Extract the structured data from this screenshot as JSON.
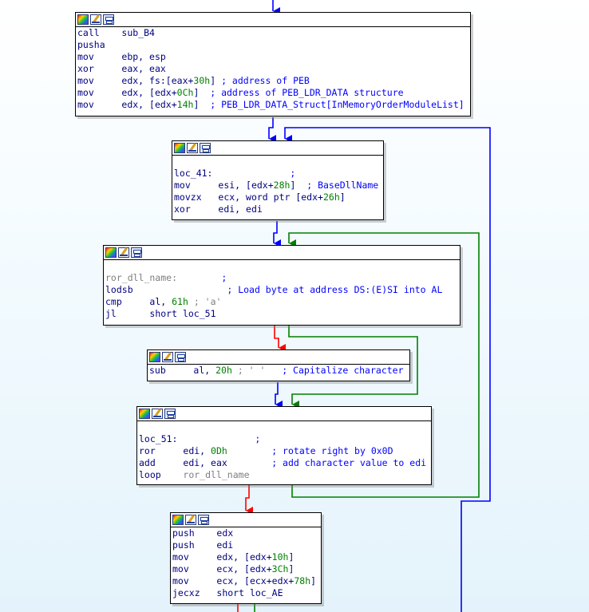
{
  "colors": {
    "edge_unconditional": "#0000ff",
    "edge_true": "#008000",
    "edge_false": "#ff0000",
    "text": "#000080",
    "number": "#008000",
    "comment": "#0000ff",
    "muted": "#7f7f7f"
  },
  "toolbar_icons": [
    "color-palette-icon",
    "rename-pencil-icon",
    "graph-view-icon"
  ],
  "blocks": {
    "b0": {
      "lines": [
        {
          "ins": "call",
          "ops": [
            {
              "t": "sub_B4"
            }
          ]
        },
        {
          "ins": "pusha",
          "ops": []
        },
        {
          "ins": "mov",
          "ops": [
            {
              "t": "ebp, esp"
            }
          ]
        },
        {
          "ins": "xor",
          "ops": [
            {
              "t": "eax, eax"
            }
          ]
        },
        {
          "ins": "mov",
          "ops": [
            {
              "t": "edx, fs:[eax+"
            },
            {
              "t": "30h",
              "c": "num"
            },
            {
              "t": "]"
            },
            {
              "t": " ; address of PEB",
              "c": "cmt"
            }
          ]
        },
        {
          "ins": "mov",
          "ops": [
            {
              "t": "edx, [edx+"
            },
            {
              "t": "0Ch",
              "c": "num"
            },
            {
              "t": "]"
            },
            {
              "t": "  ; address of PEB_LDR_DATA structure",
              "c": "cmt"
            }
          ]
        },
        {
          "ins": "mov",
          "ops": [
            {
              "t": "edx, [edx+"
            },
            {
              "t": "14h",
              "c": "num"
            },
            {
              "t": "]"
            },
            {
              "t": "  ; PEB_LDR_DATA_Struct[InMemoryOrderModuleList]",
              "c": "cmt"
            }
          ]
        }
      ]
    },
    "b1": {
      "label": "loc_41:",
      "label_comment": ";",
      "lines": [
        {
          "ins": "mov",
          "ops": [
            {
              "t": "esi, [edx+"
            },
            {
              "t": "28h",
              "c": "num"
            },
            {
              "t": "]"
            },
            {
              "t": "  ; BaseDllName",
              "c": "cmt"
            }
          ]
        },
        {
          "ins": "movzx",
          "ops": [
            {
              "t": "ecx, word ptr [edx+"
            },
            {
              "t": "26h",
              "c": "num"
            },
            {
              "t": "]"
            }
          ]
        },
        {
          "ins": "xor",
          "ops": [
            {
              "t": "edi, edi"
            }
          ]
        }
      ]
    },
    "b2": {
      "label": "ror_dll_name:",
      "label_comment": ";",
      "lines": [
        {
          "ins": "lodsb",
          "ops": [
            {
              "t": "              "
            },
            {
              "t": "; Load byte at address DS:(E)SI into AL",
              "c": "cmt"
            }
          ]
        },
        {
          "ins": "cmp",
          "ops": [
            {
              "t": "al, "
            },
            {
              "t": "61h",
              "c": "num"
            },
            {
              "t": " ; 'a'",
              "c": "grey"
            }
          ]
        },
        {
          "ins": "jl",
          "ops": [
            {
              "t": "short loc_51"
            }
          ]
        }
      ]
    },
    "b3": {
      "lines": [
        {
          "ins": "sub",
          "ops": [
            {
              "t": "al, "
            },
            {
              "t": "20h",
              "c": "num"
            },
            {
              "t": " ; ' '",
              "c": "grey"
            },
            {
              "t": "   ; Capitalize character",
              "c": "cmt"
            }
          ]
        }
      ]
    },
    "b4": {
      "label": "loc_51:",
      "label_comment": ";",
      "lines": [
        {
          "ins": "ror",
          "ops": [
            {
              "t": "edi, "
            },
            {
              "t": "0Dh",
              "c": "num"
            },
            {
              "t": "        "
            },
            {
              "t": "; rotate right by 0x0D",
              "c": "cmt"
            }
          ]
        },
        {
          "ins": "add",
          "ops": [
            {
              "t": "edi, eax"
            },
            {
              "t": "        "
            },
            {
              "t": "; add character value to edi",
              "c": "cmt"
            }
          ]
        },
        {
          "ins": "loop",
          "ops": [
            {
              "t": "ror_dll_name",
              "c": "grey"
            }
          ]
        }
      ]
    },
    "b5": {
      "lines": [
        {
          "ins": "push",
          "ops": [
            {
              "t": "edx"
            }
          ]
        },
        {
          "ins": "push",
          "ops": [
            {
              "t": "edi"
            }
          ]
        },
        {
          "ins": "mov",
          "ops": [
            {
              "t": "edx, [edx+"
            },
            {
              "t": "10h",
              "c": "num"
            },
            {
              "t": "]"
            }
          ]
        },
        {
          "ins": "mov",
          "ops": [
            {
              "t": "ecx, [edx+"
            },
            {
              "t": "3Ch",
              "c": "num"
            },
            {
              "t": "]"
            }
          ]
        },
        {
          "ins": "mov",
          "ops": [
            {
              "t": "ecx, [ecx+edx+"
            },
            {
              "t": "78h",
              "c": "num"
            },
            {
              "t": "]"
            }
          ]
        },
        {
          "ins": "jecxz",
          "ops": [
            {
              "t": "short loc_AE"
            }
          ]
        }
      ]
    }
  }
}
